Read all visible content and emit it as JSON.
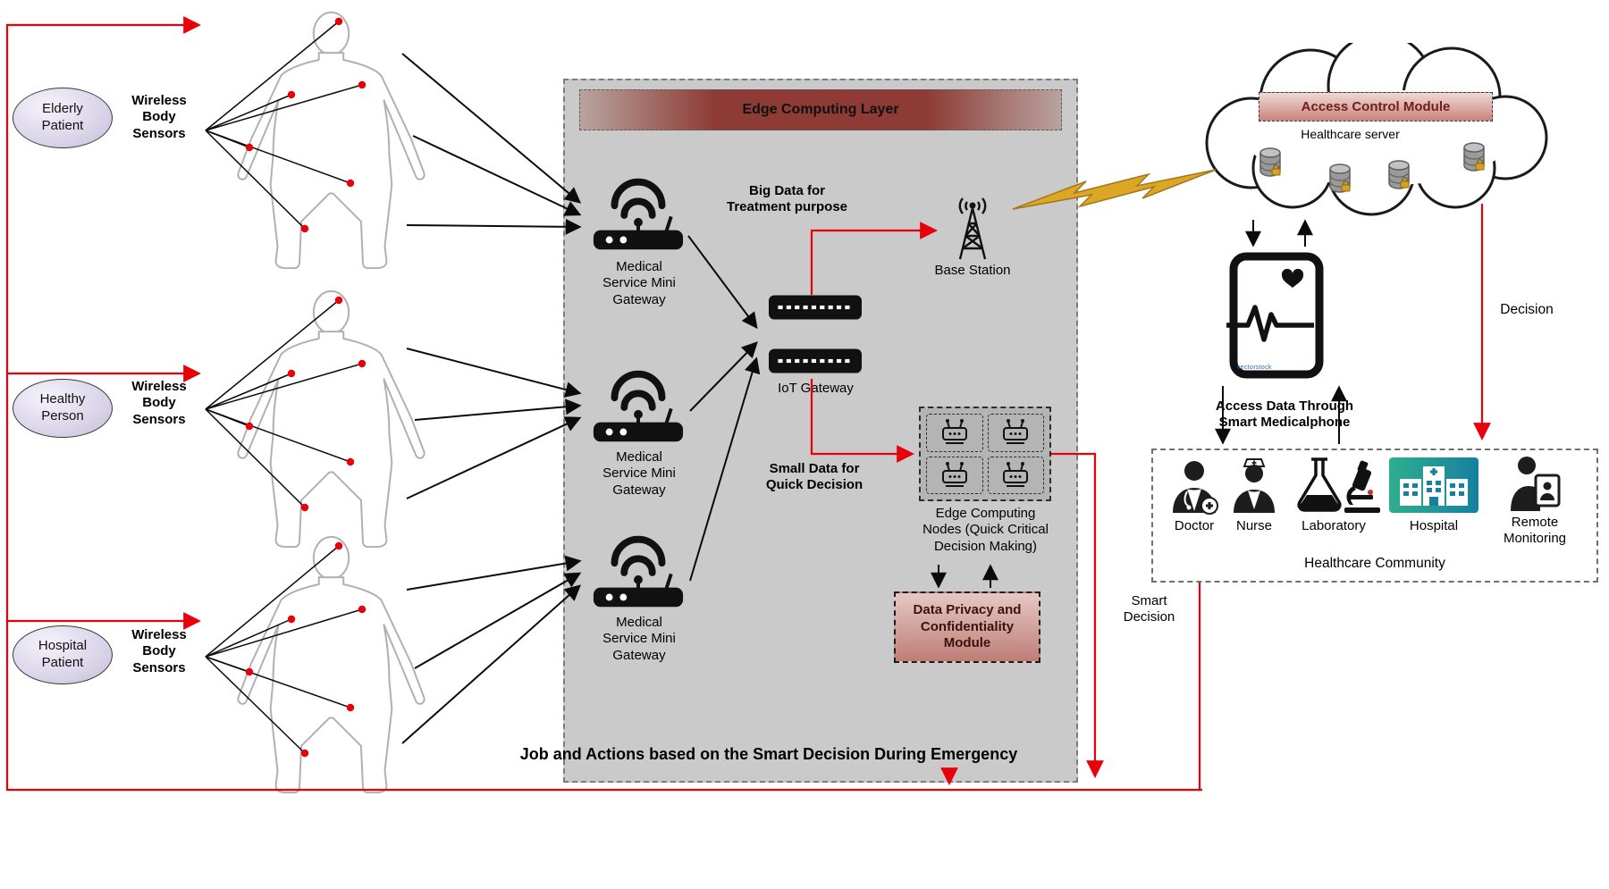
{
  "actors": [
    {
      "label": "Elderly\nPatient",
      "sensors_label": "Wireless\nBody\nSensors"
    },
    {
      "label": "Healthy\nPerson",
      "sensors_label": "Wireless\nBody\nSensors"
    },
    {
      "label": "Hospital\nPatient",
      "sensors_label": "Wireless\nBody\nSensors"
    }
  ],
  "edge_layer": {
    "title": "Edge Computing Layer",
    "gateway_labels": [
      "Medical\nService Mini\nGateway",
      "Medical\nService Mini\nGateway",
      "Medical\nService Mini\nGateway"
    ],
    "iot_gateway_label": "IoT Gateway",
    "big_data_label": "Big Data for\nTreatment purpose",
    "base_station_label": "Base Station",
    "small_data_label": "Small Data for\nQuick Decision",
    "edge_nodes_label": "Edge Computing\nNodes (Quick Critical\nDecision Making)",
    "privacy_module_label": "Data Privacy and\nConfidentiality\nModule"
  },
  "cloud": {
    "access_control_label": "Access Control Module",
    "server_label": "Healthcare server"
  },
  "phone": {
    "watermark": "vectorstock"
  },
  "flows": {
    "decision_label": "Decision",
    "access_data_label": "Access Data Through\nSmart Medicalphone",
    "smart_decision_label": "Smart\nDecision",
    "bottom_label": "Job and Actions based on the Smart Decision During Emergency"
  },
  "community": {
    "title": "Healthcare Community",
    "members": [
      "Doctor",
      "Nurse",
      "Laboratory",
      "Hospital",
      "Remote\nMonitoring"
    ]
  },
  "colors": {
    "arrow_red": "#e8000b",
    "maroon_header": "#8e3b35",
    "layer_gray": "#cacaca",
    "bolt_gold": "#dca725",
    "hospital_teal": "#2aa793"
  }
}
